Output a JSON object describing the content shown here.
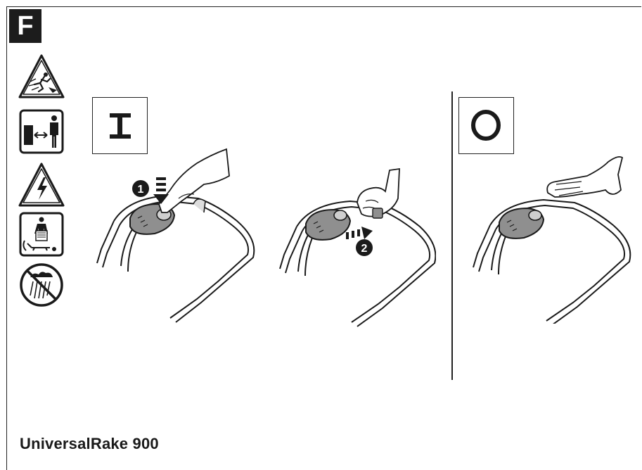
{
  "section": {
    "letter": "F"
  },
  "warning_icons": [
    "warning-thrown-objects-icon",
    "keep-distance-icon",
    "electric-shock-warning-icon",
    "read-manual-icon",
    "no-rain-icon"
  ],
  "switch_on": {
    "symbol": "I",
    "steps": [
      "1",
      "2"
    ]
  },
  "switch_off": {
    "symbol": "O"
  },
  "product": {
    "name": "UniversalRake 900"
  },
  "colors": {
    "ink": "#1a1a1a",
    "switch_body": "#8f8f8f",
    "background": "#ffffff"
  }
}
